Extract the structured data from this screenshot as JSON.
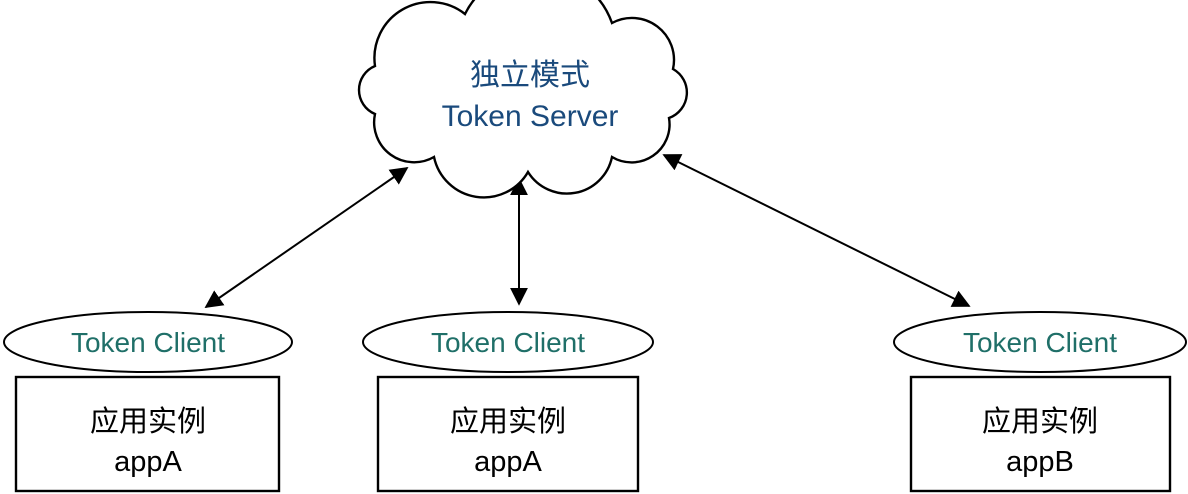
{
  "diagram": {
    "server": {
      "line1": "独立模式",
      "line2": "Token Server"
    },
    "clients": [
      {
        "label": "Token Client"
      },
      {
        "label": "Token Client"
      },
      {
        "label": "Token Client"
      }
    ],
    "apps": [
      {
        "line1": "应用实例",
        "line2": "appA"
      },
      {
        "line1": "应用实例",
        "line2": "appA"
      },
      {
        "line1": "应用实例",
        "line2": "appB"
      }
    ],
    "connections": [
      {
        "from": "token-server",
        "to": "token-client-1",
        "type": "bidirectional"
      },
      {
        "from": "token-server",
        "to": "token-client-2",
        "type": "bidirectional"
      },
      {
        "from": "token-server",
        "to": "token-client-3",
        "type": "bidirectional"
      }
    ],
    "colors": {
      "server_text": "#1A4A7C",
      "client_text": "#1F6F68",
      "app_text": "#000000",
      "outline": "#000000",
      "background": "#FFFFFF"
    }
  }
}
